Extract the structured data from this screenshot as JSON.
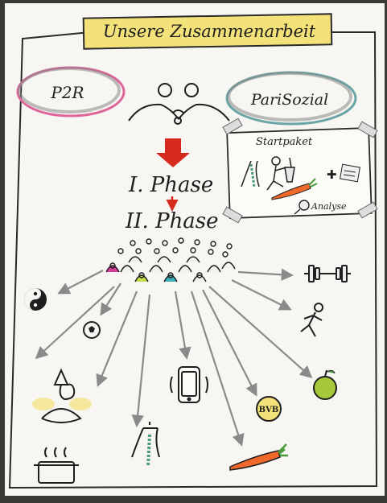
{
  "title": "Unsere Zusammenarbeit",
  "partners": {
    "left": "P2R",
    "right": "PariSozial"
  },
  "phases": {
    "first": "I. Phase",
    "second": "II. Phase"
  },
  "startpaket": {
    "title": "Startpaket",
    "analysis_label": "Analyse"
  },
  "icons": {
    "bvb_label": "BVB"
  },
  "colors": {
    "paper": "#f7f6f2",
    "title_banner": "#f3e27a",
    "p2r_outline": "#e0659a",
    "parisozial_outline": "#6aa6a6",
    "arrow_red": "#d62a1f",
    "arrow_gray": "#8a8a8a",
    "carrot": "#ef6a2a",
    "apple": "#a6c83a"
  }
}
